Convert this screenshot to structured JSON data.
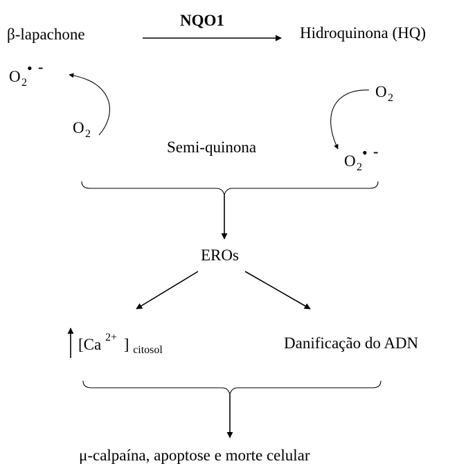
{
  "diagram": {
    "reactant": "β-lapachone",
    "enzyme": "NQO1",
    "product": "Hidroquinona (HQ)",
    "intermediate": "Semi-quinona",
    "oxygen_left_bottom": {
      "base": "O",
      "sub": "2"
    },
    "superoxide_left": {
      "base": "O",
      "sub": "2",
      "sup_dot": "•",
      "sup_minus": "-"
    },
    "oxygen_right_top": {
      "base": "O",
      "sub": "2"
    },
    "superoxide_right": {
      "base": "O",
      "sub": "2",
      "sup_dot": "•",
      "sup_minus": "-"
    },
    "ros": "EROs",
    "calcium": {
      "open": "[Ca ",
      "charge": "2+",
      "close": "] ",
      "sub": "citosol"
    },
    "dna_damage": "Danificação do ADN",
    "outcome": "μ-calpaína, apoptose e morte celular"
  }
}
